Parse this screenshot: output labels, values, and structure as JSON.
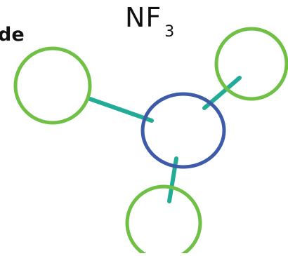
{
  "title": {
    "formula": "NF",
    "subscript": "3"
  },
  "cropped_label": "de",
  "colors": {
    "central_atom": "#3d5ba8",
    "outer_atom": "#6fc044",
    "bond": "#22ac97",
    "text": "#111111"
  }
}
